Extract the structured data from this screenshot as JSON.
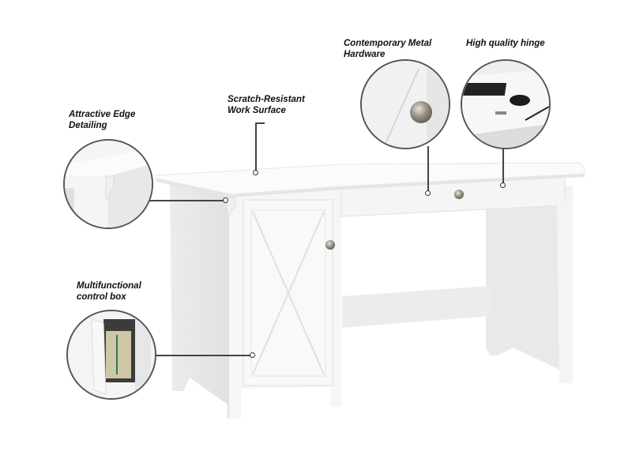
{
  "features": [
    {
      "id": "hardware",
      "label": "Contemporary Metal\nHardware"
    },
    {
      "id": "hinge",
      "label": "High quality hinge"
    },
    {
      "id": "edge",
      "label": "Attractive Edge\nDetailing"
    },
    {
      "id": "surface",
      "label": "Scratch-Resistant\nWork Surface"
    },
    {
      "id": "control-box",
      "label": "Multifunctional\ncontrol box"
    }
  ],
  "colors": {
    "background": "#ffffff",
    "desk_white": "#f7f7f7",
    "desk_shadow": "#e3e3e3",
    "knob": "#8a8478",
    "callout": "#444444"
  }
}
